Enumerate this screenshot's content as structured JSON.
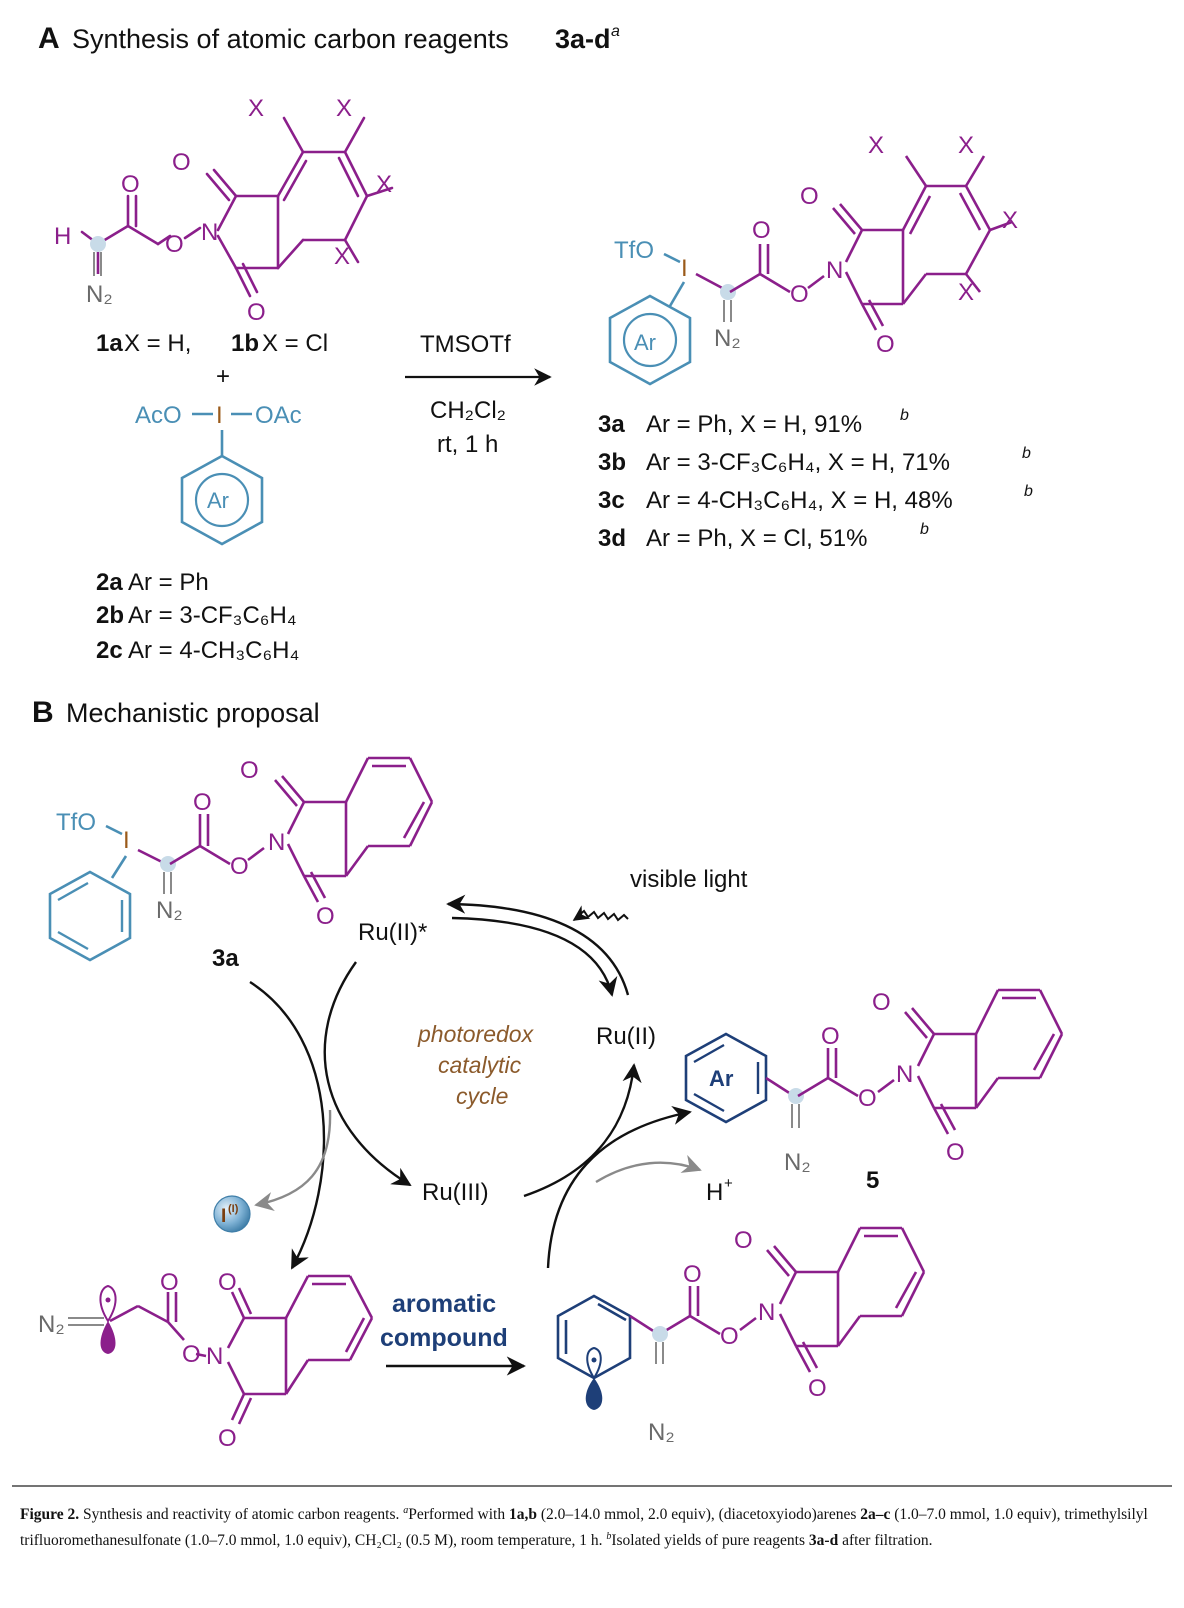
{
  "panel_a": {
    "letter": "A",
    "title": "Synthesis of atomic carbon reagents",
    "title_bold": "3a-d",
    "title_sup": "a",
    "reactant1_bold_a": "1a",
    "reactant1_text_a": " X = H, ",
    "reactant1_bold_b": "1b",
    "reactant1_text_b": " X = Cl",
    "plus": "+",
    "ioda_left": "AcO",
    "ioda_I": "I",
    "ioda_right": "OAc",
    "ar": "Ar",
    "reagent2": [
      {
        "id": "2a",
        "text": " Ar = Ph"
      },
      {
        "id": "2b",
        "text": " Ar = 3-CF₃C₆H₄"
      },
      {
        "id": "2c",
        "text": " Ar = 4-CH₃C₆H₄"
      }
    ],
    "reagent_above_arrow": "TMSOTf",
    "conditions_solvent": "CH₂Cl₂",
    "conditions_time": "rt, 1 h",
    "tfo": "TfO",
    "products": [
      {
        "id": "3a",
        "text": "Ar = Ph, X = H, 91%",
        "sup": "b"
      },
      {
        "id": "3b",
        "text": "Ar = 3-CF₃C₆H₄, X = H, 71%",
        "sup": "b"
      },
      {
        "id": "3c",
        "text": "Ar = 4-CH₃C₆H₄, X = H, 48%",
        "sup": "b"
      },
      {
        "id": "3d",
        "text": "Ar = Ph, X = Cl, 51%",
        "sup": "b"
      }
    ]
  },
  "panel_b": {
    "letter": "B",
    "title": "Mechanistic proposal",
    "reagent_label": "3a",
    "ru2_star": "Ru(II)*",
    "ru2": "Ru(II)",
    "ru3": "Ru(III)",
    "visible_light": "visible light",
    "cycle_label": [
      "photoredox",
      "catalytic",
      "cycle"
    ],
    "iodine_badge": "I",
    "iodine_badge_sup": "(I)",
    "proton": "H",
    "proton_sup": "+",
    "aromatic_compound": [
      "aromatic",
      "compound"
    ],
    "product_label": "5",
    "ar": "Ar"
  },
  "atoms": {
    "O": "O",
    "N": "N",
    "N2": "N₂",
    "H": "H",
    "X": "X",
    "I": "I"
  },
  "caption": {
    "figure_label": "Figure 2.",
    "text": " Synthesis and reactivity of atomic carbon reagents. ",
    "note_a_mark": "a",
    "note_a": "Performed with ",
    "note_a_bold1": "1a,b",
    "note_a_2": " (2.0–14.0 mmol, 2.0 equiv), (diacetoxyiodo)arenes ",
    "note_a_bold2": "2a–c",
    "note_a_3": " (1.0–7.0 mmol, 1.0 equiv), trimethylsilyl trifluoromethanesulfonate (1.0–7.0 mmol, 1.0 equiv), CH₂Cl₂ (0.5 M), room temperature, 1 h. ",
    "note_b_mark": "b",
    "note_b": "Isolated yields of pure reagents ",
    "note_b_bold": "3a-d",
    "note_b_2": " after filtration."
  },
  "colors": {
    "phthalimide": "#8b1f8b",
    "aryl_iodane": "#4a8fb5",
    "iodine": "#9a5a1a",
    "aromatic": "#1e3f78",
    "cycle_label": "#8b5a2b",
    "carbon_highlight": "#c8dbe8",
    "catalysis_arrow": "#111111",
    "byproduct_arrow": "#8a8a8a"
  }
}
